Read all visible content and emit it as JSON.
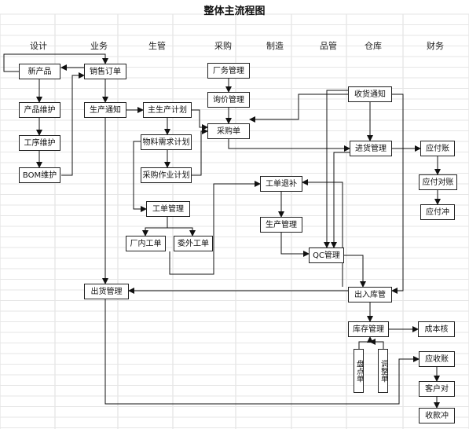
{
  "title": "整体主流程图",
  "lanes": [
    "设计",
    "业务",
    "生管",
    "采购",
    "制造",
    "品管",
    "仓库",
    "财务"
  ],
  "nodes": {
    "new_product": "新产品",
    "product_maintenance": "产品维护",
    "process_maintenance": "工序维护",
    "bom_maintenance": "BOM维护",
    "sales_order": "销售订单",
    "production_notice": "生产通知",
    "shipment_management": "出货管理",
    "master_production_plan": "主生产计划",
    "material_requirements_plan": "物料需求计划",
    "purchase_work_plan": "采购作业计划",
    "work_order_management": "工单管理",
    "in_house_work_order": "厂内工单",
    "outsourced_work_order": "委外工单",
    "vendor_management": "厂务管理",
    "inquiry_management": "询价管理",
    "purchase_order": "采购单",
    "work_order_return": "工单退补",
    "production_management": "生产管理",
    "qc_management": "QC管理",
    "receipt_notice": "收货通知",
    "incoming_goods_management": "进货管理",
    "in_out_warehouse_management": "出入库管",
    "inventory_management": "库存管理",
    "stocktake_sheet": "盘点单",
    "adjustment_sheet": "调整单",
    "accounts_payable": "应付账",
    "payable_reconciliation": "应付对账",
    "payables_offset": "应付冲",
    "cost_accounting": "成本核",
    "accounts_receivable": "应收账",
    "customer_reconciliation": "客户对",
    "collection_offset": "收款冲"
  }
}
